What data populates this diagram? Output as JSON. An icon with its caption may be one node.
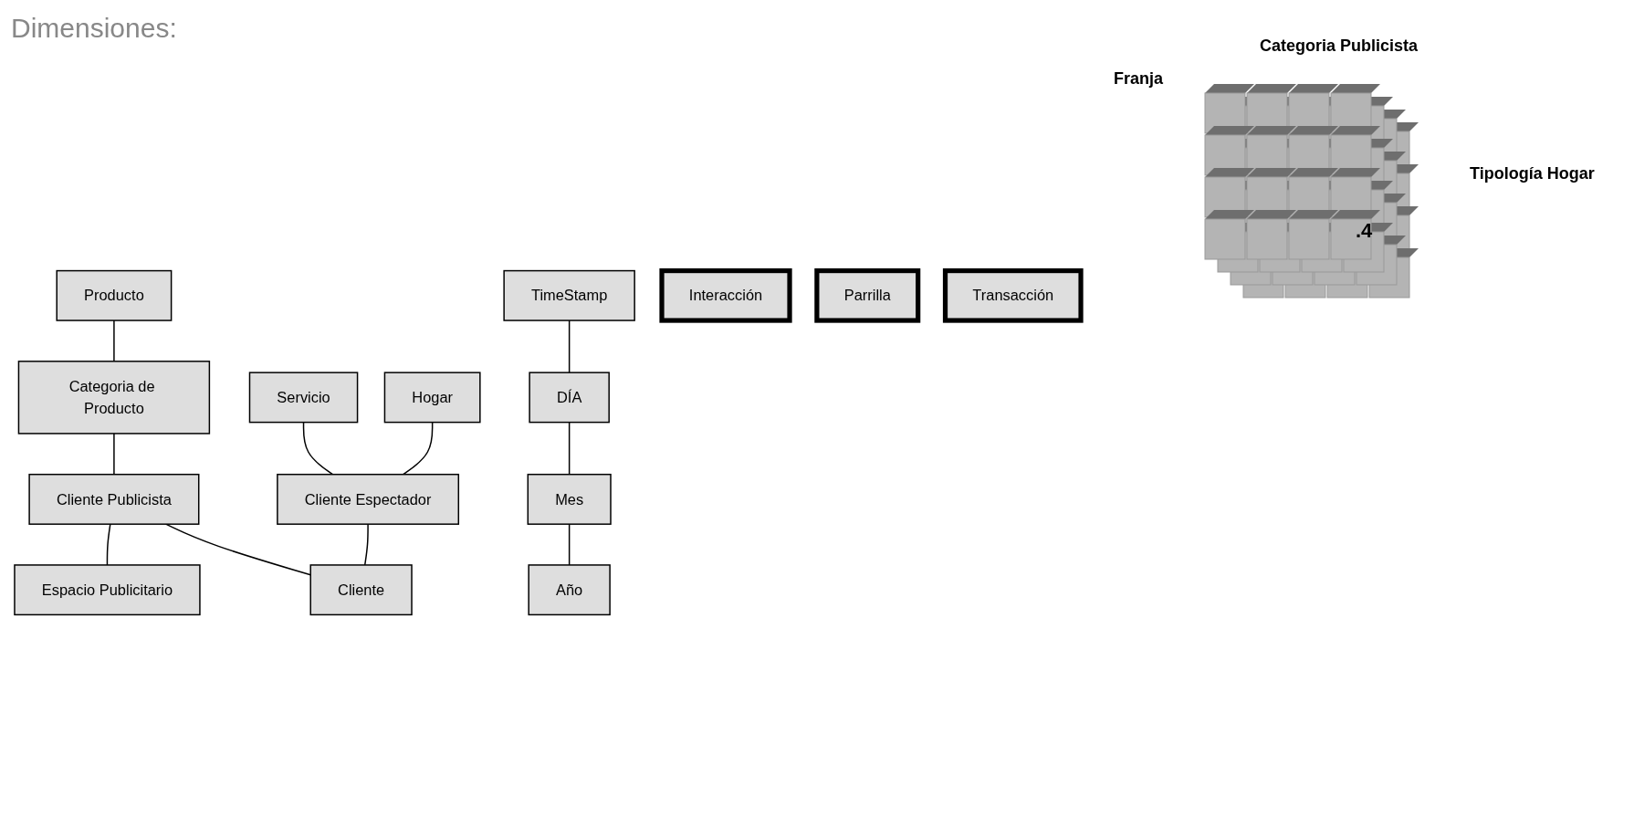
{
  "diagram": {
    "title": "Dimensiones:",
    "nodes": [
      {
        "text": [
          "Producto"
        ]
      },
      {
        "text": [
          "Hogar"
        ]
      },
      {
        "text": [
          "Categoria de Producto"
        ]
      },
      {
        "text": [
          "Servicio"
        ]
      },
      {
        "text": [
          "Cliente Espectador"
        ]
      },
      {
        "text": [
          "Cliente Publicista"
        ]
      },
      {
        "text": [
          "Espacio Publicitario"
        ]
      },
      {
        "text": [
          "TimeStamp"
        ]
      },
      {
        "text": [
          "DÍA"
        ]
      },
      {
        "text": [
          "Mes"
        ]
      },
      {
        "text": [
          "Año"
        ]
      },
      {
        "text": [
          "Cliente"
        ]
      },
      {
        "text": [
          "Interacción"
        ]
      },
      {
        "text": [
          "Parrilla"
        ]
      },
      {
        "text": [
          "Transacción"
        ]
      }
    ],
    "edges": [
      {
        "from": 0,
        "to": 2,
        "arrow": "none"
      },
      {
        "from": 1,
        "to": 4,
        "arrow": "none"
      },
      {
        "from": 2,
        "to": 5,
        "arrow": "none"
      },
      {
        "from": 3,
        "to": 4,
        "arrow": "none"
      },
      {
        "from": 5,
        "to": 6,
        "arrow": "none"
      },
      {
        "from": 7,
        "to": 8,
        "arrow": "none"
      },
      {
        "from": 8,
        "to": 9,
        "arrow": "none"
      },
      {
        "from": 9,
        "to": 10,
        "arrow": "none"
      },
      {
        "from": 4,
        "to": 11,
        "arrow": "none"
      },
      {
        "from": 5,
        "to": 11,
        "arrow": "none"
      }
    ],
    "labels": [
      "Categoria Publicista",
      "Franja",
      "Tipología Hogar",
      ".4"
    ]
  }
}
